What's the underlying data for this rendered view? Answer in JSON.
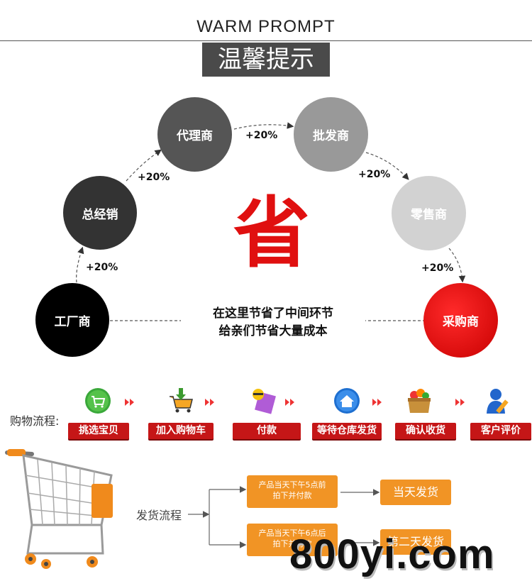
{
  "header": {
    "title_en": "WARM PROMPT",
    "title_cn": "温馨提示"
  },
  "chain": {
    "nodes": {
      "factory": "工厂商",
      "distributor": "总经销",
      "agent": "代理商",
      "wholesaler": "批发商",
      "retailer": "零售商",
      "buyer": "采购商"
    },
    "markups": {
      "m1": "+20%",
      "m2": "+20%",
      "m3": "+20%",
      "m4": "+20%",
      "m5": "+20%"
    },
    "center_char": "省",
    "slogan_line1": "在这里节省了中间环节",
    "slogan_line2": "给亲们节省大量成本"
  },
  "shopping_flow": {
    "label": "购物流程:",
    "steps": [
      "挑选宝贝",
      "加入购物车",
      "付款",
      "等待仓库发货",
      "确认收货",
      "客户评价"
    ]
  },
  "shipping_flow": {
    "label": "发货流程",
    "rule1": {
      "line1": "产品当天下午5点前",
      "line2": "拍下并付款",
      "result": "当天发货"
    },
    "rule2": {
      "line1": "产品当天下午6点后",
      "line2": "拍下并付款",
      "result": "第二天发货"
    }
  },
  "watermark": "800yi.com",
  "colors": {
    "accent_red": "#c51617",
    "orange": "#f19425",
    "dark_node": "#333333"
  }
}
